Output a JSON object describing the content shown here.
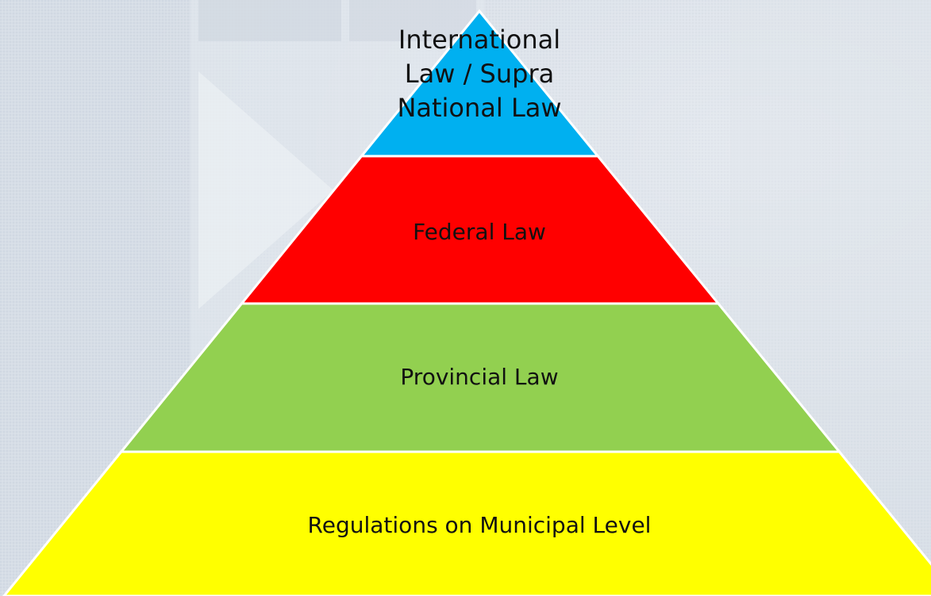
{
  "diagram": {
    "type": "pyramid",
    "levels": [
      {
        "id": "international",
        "lines": [
          "International",
          "Law / Supra",
          "National Law"
        ],
        "color": "#00b0f0"
      },
      {
        "id": "federal",
        "lines": [
          "Federal Law"
        ],
        "color": "#ff0000"
      },
      {
        "id": "provincial",
        "lines": [
          "Provincial Law"
        ],
        "color": "#92d050"
      },
      {
        "id": "municipal",
        "lines": [
          "Regulations on Municipal Level"
        ],
        "color": "#ffff00"
      }
    ]
  },
  "background": {
    "color": "#d3dae3"
  }
}
